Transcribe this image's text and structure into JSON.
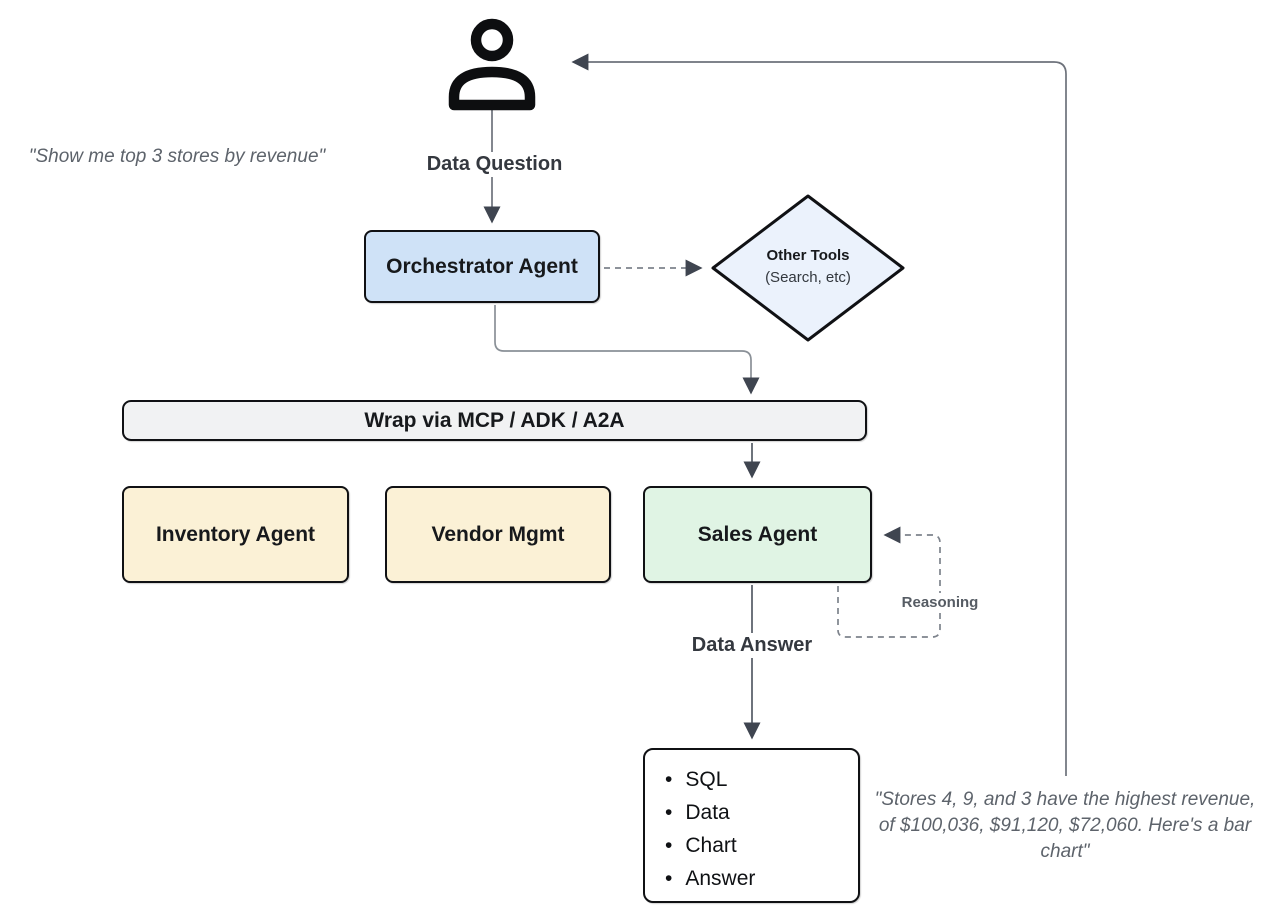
{
  "diagram": {
    "left_quote": "\"Show me top 3 stores by revenue\"",
    "right_quote": "\"Stores 4, 9, and 3 have the highest revenue, of $100,036, $91,120, $72,060. Here's a bar chart\"",
    "labels": {
      "data_question": "Data Question",
      "data_answer": "Data Answer",
      "reasoning": "Reasoning"
    },
    "nodes": {
      "orchestrator": {
        "label": "Orchestrator Agent"
      },
      "other_tools": {
        "title": "Other Tools",
        "subtitle": "(Search, etc)"
      },
      "wrap_bar": {
        "label": "Wrap via MCP / ADK / A2A"
      },
      "inventory": {
        "label": "Inventory Agent"
      },
      "vendor": {
        "label": "Vendor Mgmt"
      },
      "sales": {
        "label": "Sales Agent"
      },
      "output": {
        "items": [
          "SQL",
          "Data",
          "Chart",
          "Answer"
        ]
      }
    },
    "icons": {
      "person": "person-icon"
    },
    "colors": {
      "orchestrator_fill": "#cfe2f7",
      "other_tools_fill": "#ebf2fc",
      "wrap_bar_fill": "#f1f2f3",
      "inventory_fill": "#fbf1d6",
      "vendor_fill": "#fbf1d6",
      "sales_fill": "#e0f4e4",
      "output_fill": "#ffffff",
      "solid_line": "#6d727b",
      "dashed_line": "#7d838c",
      "arrowhead": "#3f4550",
      "box_border": "#101114",
      "dark_text": "#17191c",
      "quote_text": "#5d636b"
    }
  }
}
